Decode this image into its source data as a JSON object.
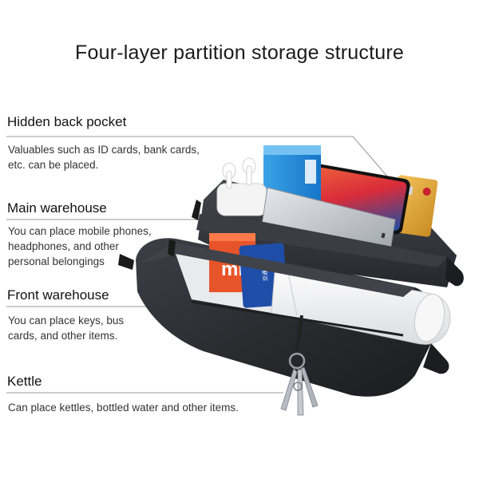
{
  "title": "Four-layer partition storage structure",
  "features": [
    {
      "title": "Hidden back pocket",
      "description_lines": [
        "Valuables such as ID cards, bank cards,",
        "etc. can be placed."
      ]
    },
    {
      "title": "Main warehouse",
      "description_lines": [
        "You can place mobile phones,",
        "headphones, and other",
        "personal belongings"
      ]
    },
    {
      "title": "Front warehouse",
      "description_lines": [
        "You can place keys, bus",
        "cards, and other items."
      ]
    },
    {
      "title": "Kettle",
      "description_lines": [
        "Can place kettles, bottled water and other items."
      ]
    }
  ],
  "illustration": {
    "phone_box_logo": "mi",
    "card_text": "交通联合",
    "icons": [
      "earbuds-case-icon",
      "power-bank-icon",
      "bank-card-icon",
      "key-ring-icon",
      "water-bottle-icon"
    ]
  },
  "colors": {
    "bag": "#2b2d31",
    "bag_highlight": "#3b3e44",
    "mi_orange": "#e8542a",
    "card_blue": "#1f4ea8",
    "bank_card_gold": "#e2a93a",
    "phone_screen_red": "#e23b2f",
    "leader_line": "#9a9a9a"
  }
}
